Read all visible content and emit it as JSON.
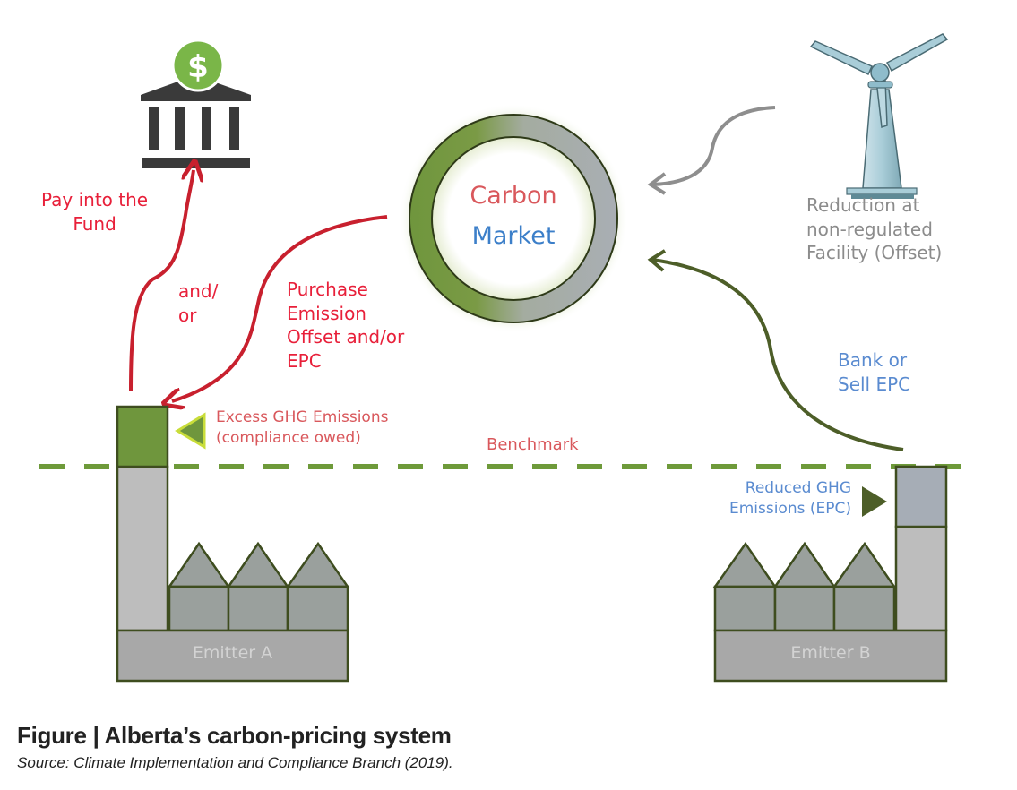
{
  "figure": {
    "title": "Figure | Alberta’s carbon-pricing system",
    "source": "Source: Climate Implementation and Compliance Branch (2019)."
  },
  "nodes": {
    "fund": {
      "icon": "bank-dollar-icon",
      "symbol": "$"
    },
    "carbon_market": {
      "line1": "Carbon",
      "line2": "Market"
    },
    "offset_facility": {
      "icon": "wind-turbine-icon",
      "label_lines": [
        "Reduction at",
        "non-regulated",
        "Facility (Offset)"
      ]
    },
    "emitter_a": {
      "label": "Emitter A"
    },
    "emitter_b": {
      "label": "Emitter B"
    }
  },
  "labels": {
    "pay_fund": [
      "Pay into the",
      "Fund"
    ],
    "and_or": [
      "and/",
      "or"
    ],
    "purchase": [
      "Purchase",
      "Emission",
      "Offset and/or",
      "EPC"
    ],
    "bank_sell": [
      "Bank or",
      "Sell EPC"
    ],
    "excess": [
      "Excess GHG Emissions",
      "(compliance owed)"
    ],
    "reduced": [
      "Reduced GHG",
      "Emissions (EPC)"
    ],
    "benchmark": "Benchmark"
  },
  "colors": {
    "red_arrow": "#c8202e",
    "gray_arrow": "#8e8e8e",
    "green_arrow": "#4d5e28",
    "benchmark_line": "#6e9a3a",
    "excess_fill": "#6f963d",
    "reduced_fill": "#a6adb6",
    "factory_fill": "#9aa09d",
    "base_fill": "#a8a8a8",
    "chimney_fill": "#bdbdbd",
    "outline": "#3e4d1f"
  }
}
